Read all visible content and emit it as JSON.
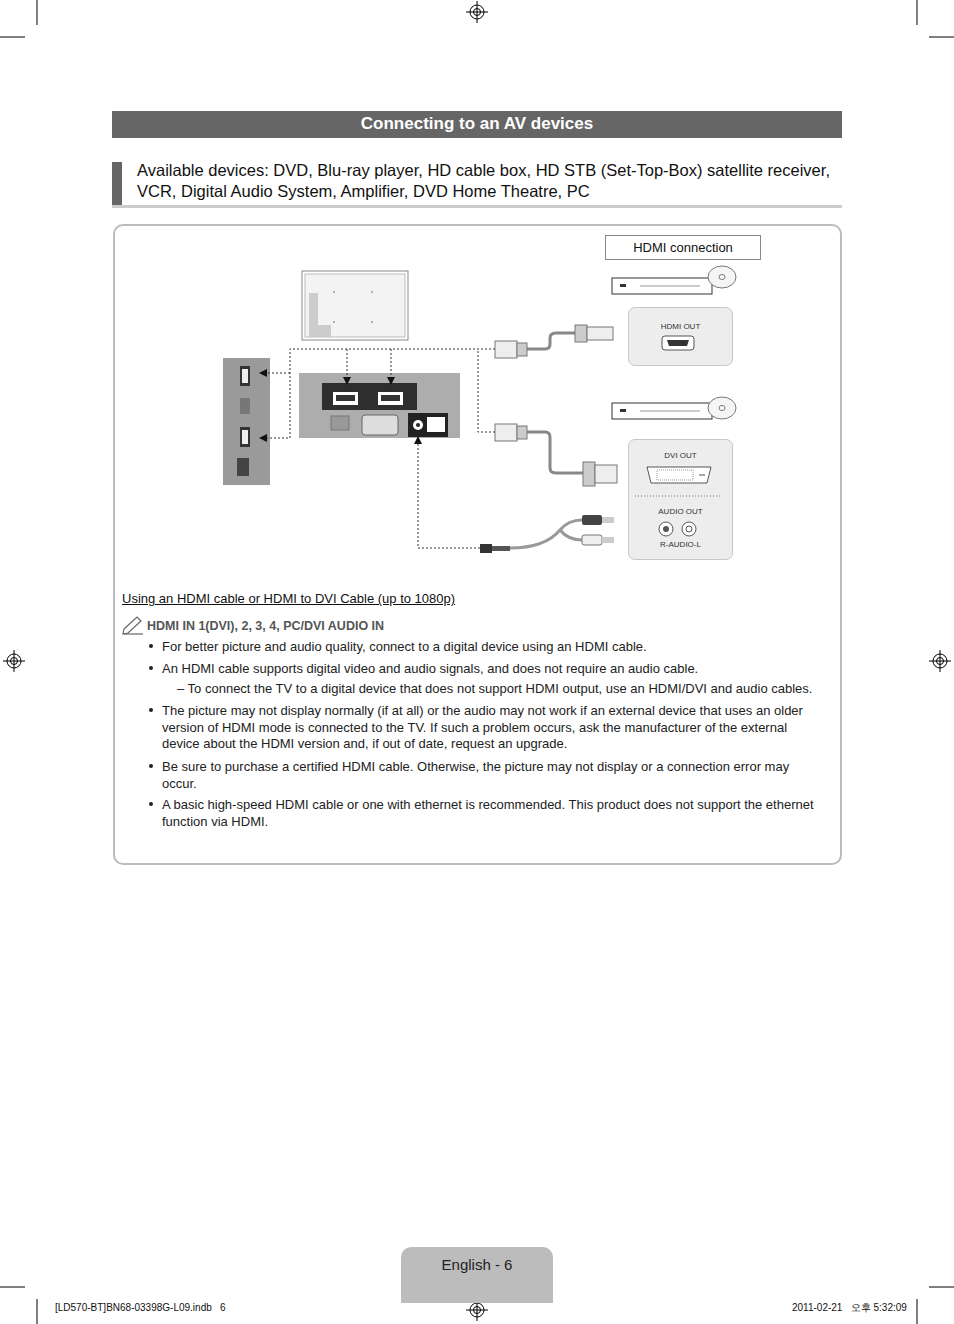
{
  "diagram": {
    "title": "Connecting to an AV devices",
    "nodes": [
      {
        "text": [
          "HDMI connection"
        ]
      },
      {
        "text": [
          "HDMI OUT"
        ]
      },
      {
        "text": [
          "DVI OUT",
          "AUDIO OUT",
          "R-AUDIO-L"
        ]
      },
      {
        "text": [
          "English - 6"
        ]
      }
    ],
    "labels": [
      "Available devices: DVD, Blu-ray player, HD cable box, HD STB (Set-Top-Box) satellite receiver, VCR, Digital Audio System, Amplifier, DVD Home Theatre, PC",
      "Using an HDMI cable or HDMI to DVI Cable (up to 1080p)",
      "HDMI IN 1(DVI), 2, 3, 4, PC/DVI AUDIO IN",
      "For better picture and audio quality, connect to a digital device using an HDMI cable.",
      "An HDMI cable supports digital video and audio signals, and does not require an audio cable.",
      "– To connect the TV to a digital device that does not support HDMI output, use an HDMI/DVI and audio cables.",
      "The picture may not display normally (if at all) or the audio may not work if an external device that uses an older version of HDMI mode is connected to the TV. If such a problem occurs, ask the manufacturer of the external device about the HDMI version and, if out of date, request an upgrade.",
      "Be sure to purchase a certified HDMI cable. Otherwise, the picture may not display or a connection error may occur.",
      "A basic high-speed HDMI cable or one with ethernet is recommended. This product does not support the ethernet function via HDMI.",
      "[LD570-BT]BN68-03398G-L09.indb   6",
      "2011-02-21   오후 5:32:09"
    ]
  }
}
